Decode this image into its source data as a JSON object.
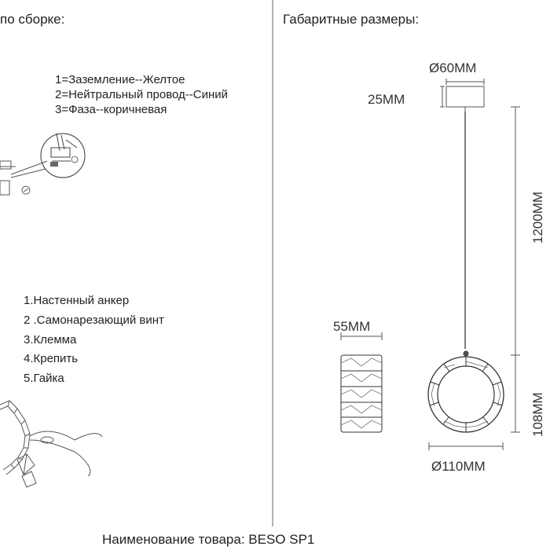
{
  "left": {
    "heading": "по сборке:",
    "wires": [
      "1=Заземление--Желтое",
      "2=Нейтральный провод--Синий",
      "3=Фаза--коричневая"
    ],
    "parts": [
      "1.Настенный анкер",
      "2 .Самонарезающий винт",
      "3.Клемма",
      "4.Крепить",
      "5.Гайка"
    ]
  },
  "right": {
    "heading": "Габаритные размеры:",
    "dims": {
      "canopy_diameter": "Ø60MM",
      "canopy_height": "25MM",
      "drop_length": "1200MM",
      "ring_width": "55MM",
      "ring_height": "108MM",
      "ring_diameter": "Ø110MM"
    }
  },
  "footer": {
    "product": "Наименование товара: BESO SP1"
  },
  "colors": {
    "line": "#555555",
    "text": "#222222"
  }
}
